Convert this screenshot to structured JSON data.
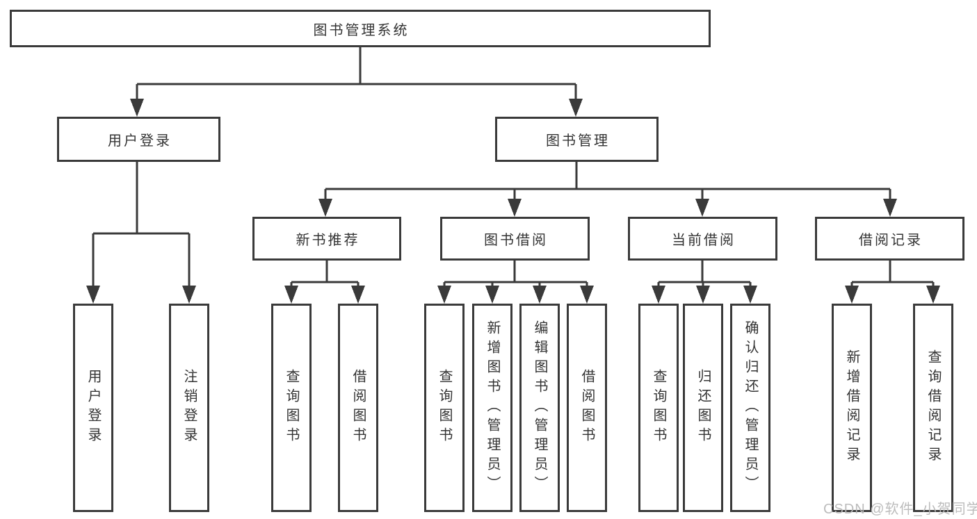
{
  "colors": {
    "line": "#3a3a3a",
    "box_border": "#3a3a3a",
    "box_fill": "#ffffff",
    "text": "#333333",
    "watermark": "#b8b8b8",
    "background": "#ffffff"
  },
  "watermark": "CSDN @软件_小贺同学",
  "tree": {
    "root": "图书管理系统",
    "branches": [
      {
        "label": "用户登录",
        "children": [
          "用户登录",
          "注销登录"
        ]
      },
      {
        "label": "图书管理",
        "sections": [
          {
            "label": "新书推荐",
            "children": [
              "查询图书",
              "借阅图书"
            ]
          },
          {
            "label": "图书借阅",
            "children": [
              "查询图书",
              "新增图书（管理员）",
              "编辑图书（管理员）",
              "借阅图书"
            ]
          },
          {
            "label": "当前借阅",
            "children": [
              "查询图书",
              "归还图书",
              "确认归还（管理员）"
            ]
          },
          {
            "label": "借阅记录",
            "children": [
              "新增借阅记录",
              "查询借阅记录"
            ]
          }
        ]
      }
    ]
  }
}
